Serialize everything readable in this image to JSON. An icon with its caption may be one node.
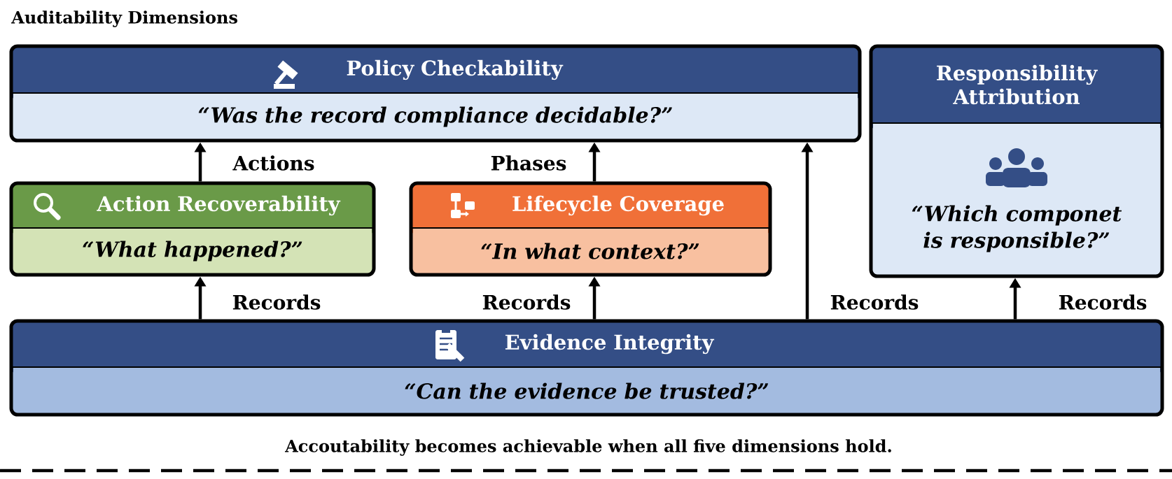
{
  "diagram": {
    "title": "Auditability Dimensions",
    "caption": "Accoutability becomes achievable when all five dimensions hold.",
    "nodes": [
      {
        "text": [
          "Policy Checkability",
          "“Was the record compliance decidable?”"
        ]
      },
      {
        "text": [
          "Responsibility Attribution",
          "“Which componet is responsible?”"
        ]
      },
      {
        "text": [
          "Action Recoverability",
          "“What happened?”"
        ]
      },
      {
        "text": [
          "Lifecycle Coverage",
          "“In what context?”"
        ]
      },
      {
        "text": [
          "Evidence Integrity",
          "“Can the evidence be trusted?”"
        ]
      }
    ],
    "edges": [
      {
        "from": 2,
        "to": 0,
        "arrow": "to",
        "label": "Actions"
      },
      {
        "from": 3,
        "to": 0,
        "arrow": "to",
        "label": "Phases"
      },
      {
        "from": 4,
        "to": 2,
        "arrow": "to",
        "label": "Records"
      },
      {
        "from": 4,
        "to": 3,
        "arrow": "to",
        "label": "Records"
      },
      {
        "from": 4,
        "to": 0,
        "arrow": "to",
        "label": "Records"
      },
      {
        "from": 4,
        "to": 1,
        "arrow": "to",
        "label": "Records"
      }
    ]
  }
}
